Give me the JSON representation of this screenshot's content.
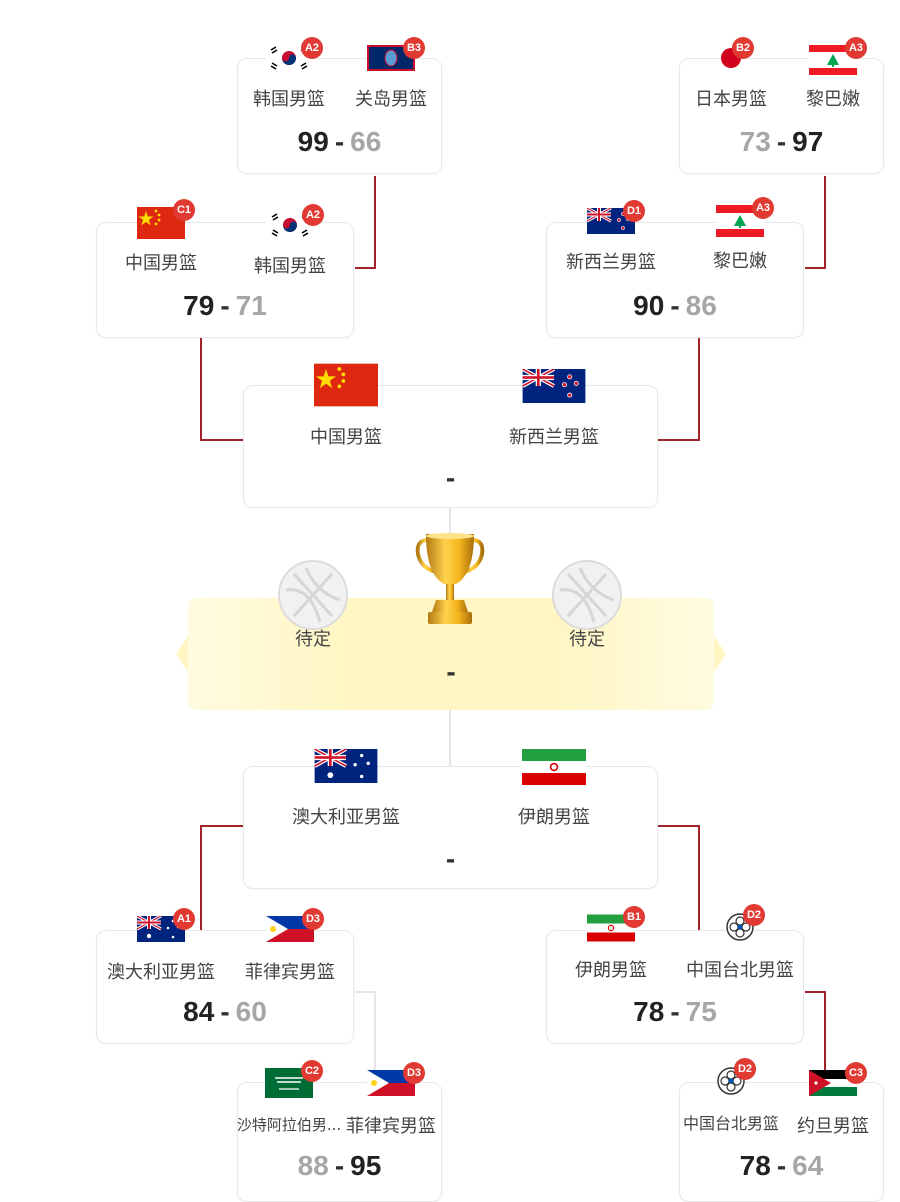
{
  "colors": {
    "badge": "#e03a32",
    "line": "#a3232a",
    "win": "#222222",
    "lose": "#a6a6a6"
  },
  "r16": [
    {
      "home": {
        "name": "韩国男篮",
        "flag": "korea-flag-icon",
        "seed": "A2"
      },
      "away": {
        "name": "关岛男篮",
        "flag": "guam-flag-icon",
        "seed": "B3"
      },
      "home_score": "99",
      "away_score": "66"
    },
    {
      "home": {
        "name": "日本男篮",
        "flag": "japan-flag-icon",
        "seed": "B2"
      },
      "away": {
        "name": "黎巴嫩",
        "flag": "lebanon-flag-icon",
        "seed": "A3"
      },
      "home_score": "73",
      "away_score": "97"
    },
    {
      "home": {
        "name": "沙特阿拉伯男...",
        "flag": "saudi-flag-icon",
        "seed": "C2"
      },
      "away": {
        "name": "菲律宾男篮",
        "flag": "philippines-flag-icon",
        "seed": "D3"
      },
      "home_score": "88",
      "away_score": "95"
    },
    {
      "home": {
        "name": "中国台北男篮",
        "flag": "chinese-taipei-flag-icon",
        "seed": "D2"
      },
      "away": {
        "name": "约旦男篮",
        "flag": "jordan-flag-icon",
        "seed": "C3"
      },
      "home_score": "78",
      "away_score": "64"
    }
  ],
  "qf": [
    {
      "home": {
        "name": "中国男篮",
        "flag": "china-flag-icon",
        "seed": "C1"
      },
      "away": {
        "name": "韩国男篮",
        "flag": "korea-flag-icon",
        "seed": "A2"
      },
      "home_score": "79",
      "away_score": "71"
    },
    {
      "home": {
        "name": "新西兰男篮",
        "flag": "new-zealand-flag-icon",
        "seed": "D1"
      },
      "away": {
        "name": "黎巴嫩",
        "flag": "lebanon-flag-icon",
        "seed": "A3"
      },
      "home_score": "90",
      "away_score": "86"
    },
    {
      "home": {
        "name": "澳大利亚男篮",
        "flag": "australia-flag-icon",
        "seed": "A1"
      },
      "away": {
        "name": "菲律宾男篮",
        "flag": "philippines-flag-icon",
        "seed": "D3"
      },
      "home_score": "84",
      "away_score": "60"
    },
    {
      "home": {
        "name": "伊朗男篮",
        "flag": "iran-flag-icon",
        "seed": "B1"
      },
      "away": {
        "name": "中国台北男篮",
        "flag": "chinese-taipei-flag-icon",
        "seed": "D2"
      },
      "home_score": "78",
      "away_score": "75"
    }
  ],
  "sf": [
    {
      "home": {
        "name": "中国男篮",
        "flag": "china-flag-icon"
      },
      "away": {
        "name": "新西兰男篮",
        "flag": "new-zealand-flag-icon"
      },
      "score": "-"
    },
    {
      "home": {
        "name": "澳大利亚男篮",
        "flag": "australia-flag-icon"
      },
      "away": {
        "name": "伊朗男篮",
        "flag": "iran-flag-icon"
      },
      "score": "-"
    }
  ],
  "final": {
    "home": "待定",
    "away": "待定",
    "score": "-",
    "trophy_icon": "trophy-icon",
    "ball_icon": "basketball-icon"
  }
}
